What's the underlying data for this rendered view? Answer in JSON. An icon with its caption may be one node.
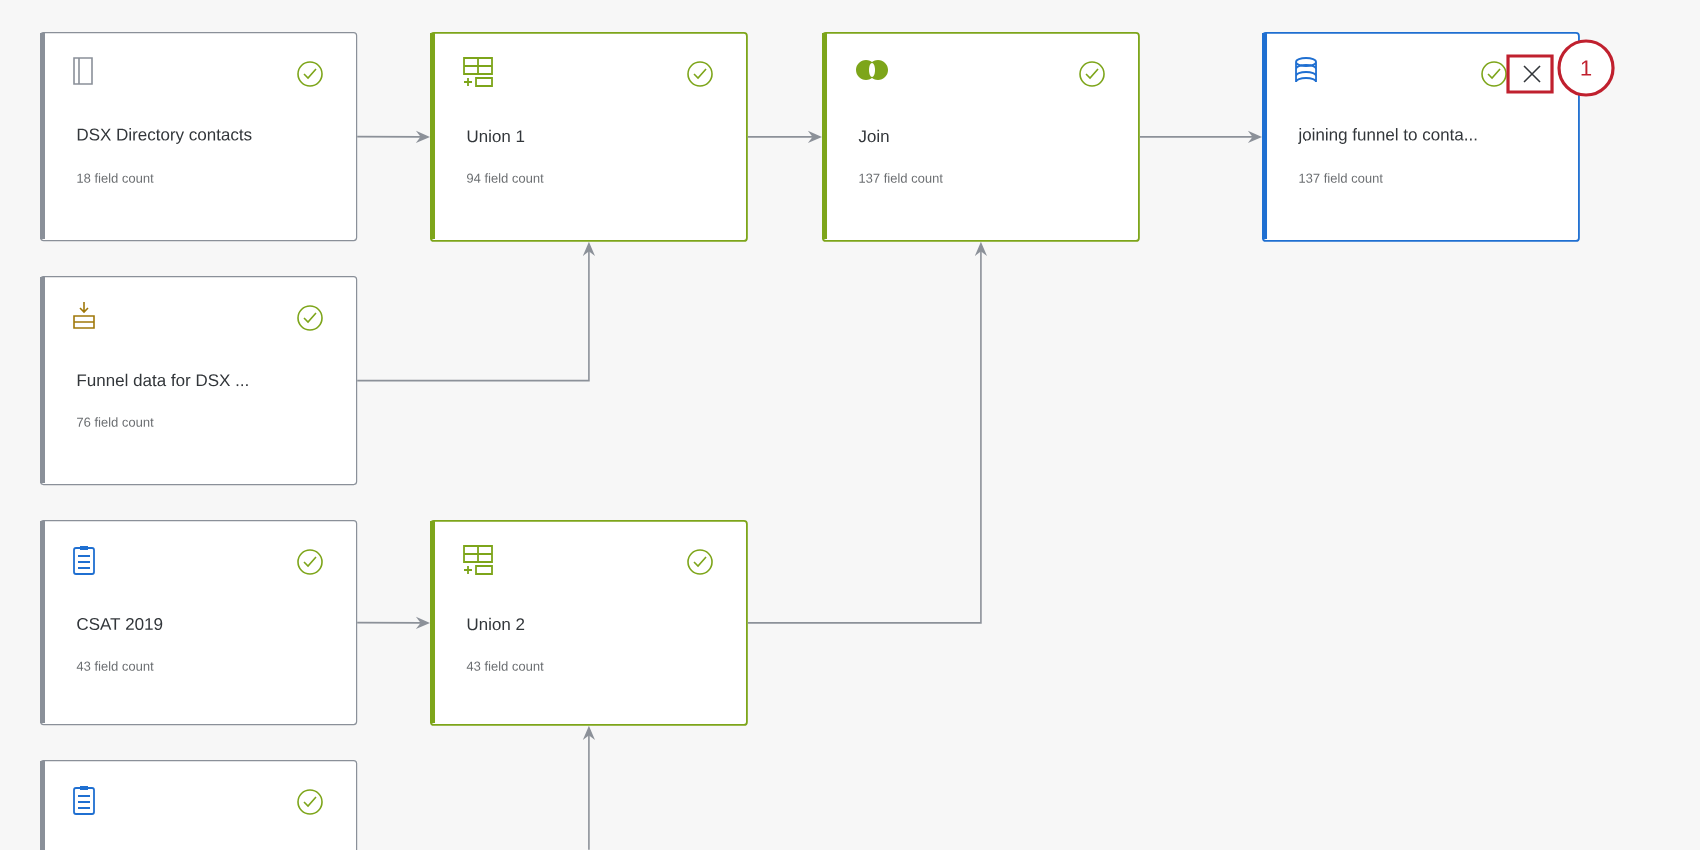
{
  "diagram": {
    "nodes": [
      {
        "text": [
          "DSX Directory contacts",
          "18 field count"
        ]
      },
      {
        "text": [
          "Union 1",
          "94 field count"
        ]
      },
      {
        "text": [
          "Join",
          "137 field count"
        ]
      },
      {
        "text": [
          "joining funnel to conta...",
          "137 field count"
        ]
      },
      {
        "text": [
          "Funnel data for DSX ...",
          "76 field count"
        ]
      },
      {
        "text": [
          "CSAT 2019",
          "43 field count"
        ]
      },
      {
        "text": [
          "Union 2",
          "43 field count"
        ]
      },
      {
        "text": [],
        "shape": "box"
      }
    ],
    "edges": [
      {
        "from": 0,
        "to": 1,
        "arrow": "to"
      },
      {
        "from": 4,
        "to": 1,
        "arrow": "to"
      },
      {
        "from": 1,
        "to": 2,
        "arrow": "to"
      },
      {
        "from": 2,
        "to": 3,
        "arrow": "to"
      },
      {
        "from": 5,
        "to": 6,
        "arrow": "to"
      },
      {
        "from": 6,
        "to": 2,
        "arrow": "to"
      },
      {
        "from": null,
        "to": 6,
        "arrow": "to"
      }
    ],
    "labels": [
      "1"
    ]
  }
}
